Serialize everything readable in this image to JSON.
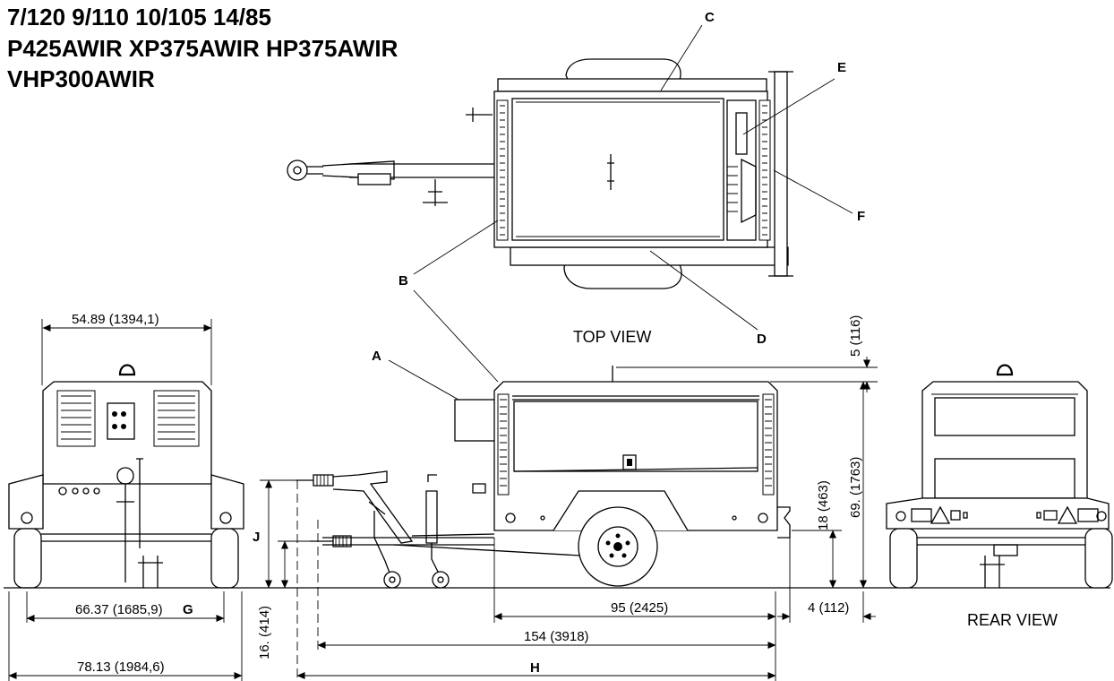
{
  "header": {
    "line1": "7/120  9/110  10/105  14/85",
    "line2": "P425AWIR  XP375AWIR  HP375AWIR",
    "line3": "VHP300AWIR"
  },
  "views": {
    "top": "TOP VIEW",
    "rear": "REAR VIEW"
  },
  "callouts": {
    "a": "A",
    "b": "B",
    "c": "C",
    "d": "D",
    "e": "E",
    "f": "F"
  },
  "dimensions": {
    "front_width": "54.89 (1394,1)",
    "track_width": "66.37 (1685,9)",
    "track_label": "G",
    "overall_width": "78.13 (1984,6)",
    "height_top": "5 (116)",
    "height_body": "69. (1763)",
    "bumper_height": "18 (463)",
    "rear_overhang": "4 (112)",
    "axle_length": "95 (2425)",
    "overall_length": "154 (3918)",
    "hitch_label": "H",
    "drawbar_label": "J",
    "drawbar_height": "16. (414)"
  },
  "colors": {
    "ink": "#000000",
    "paper": "#ffffff"
  }
}
